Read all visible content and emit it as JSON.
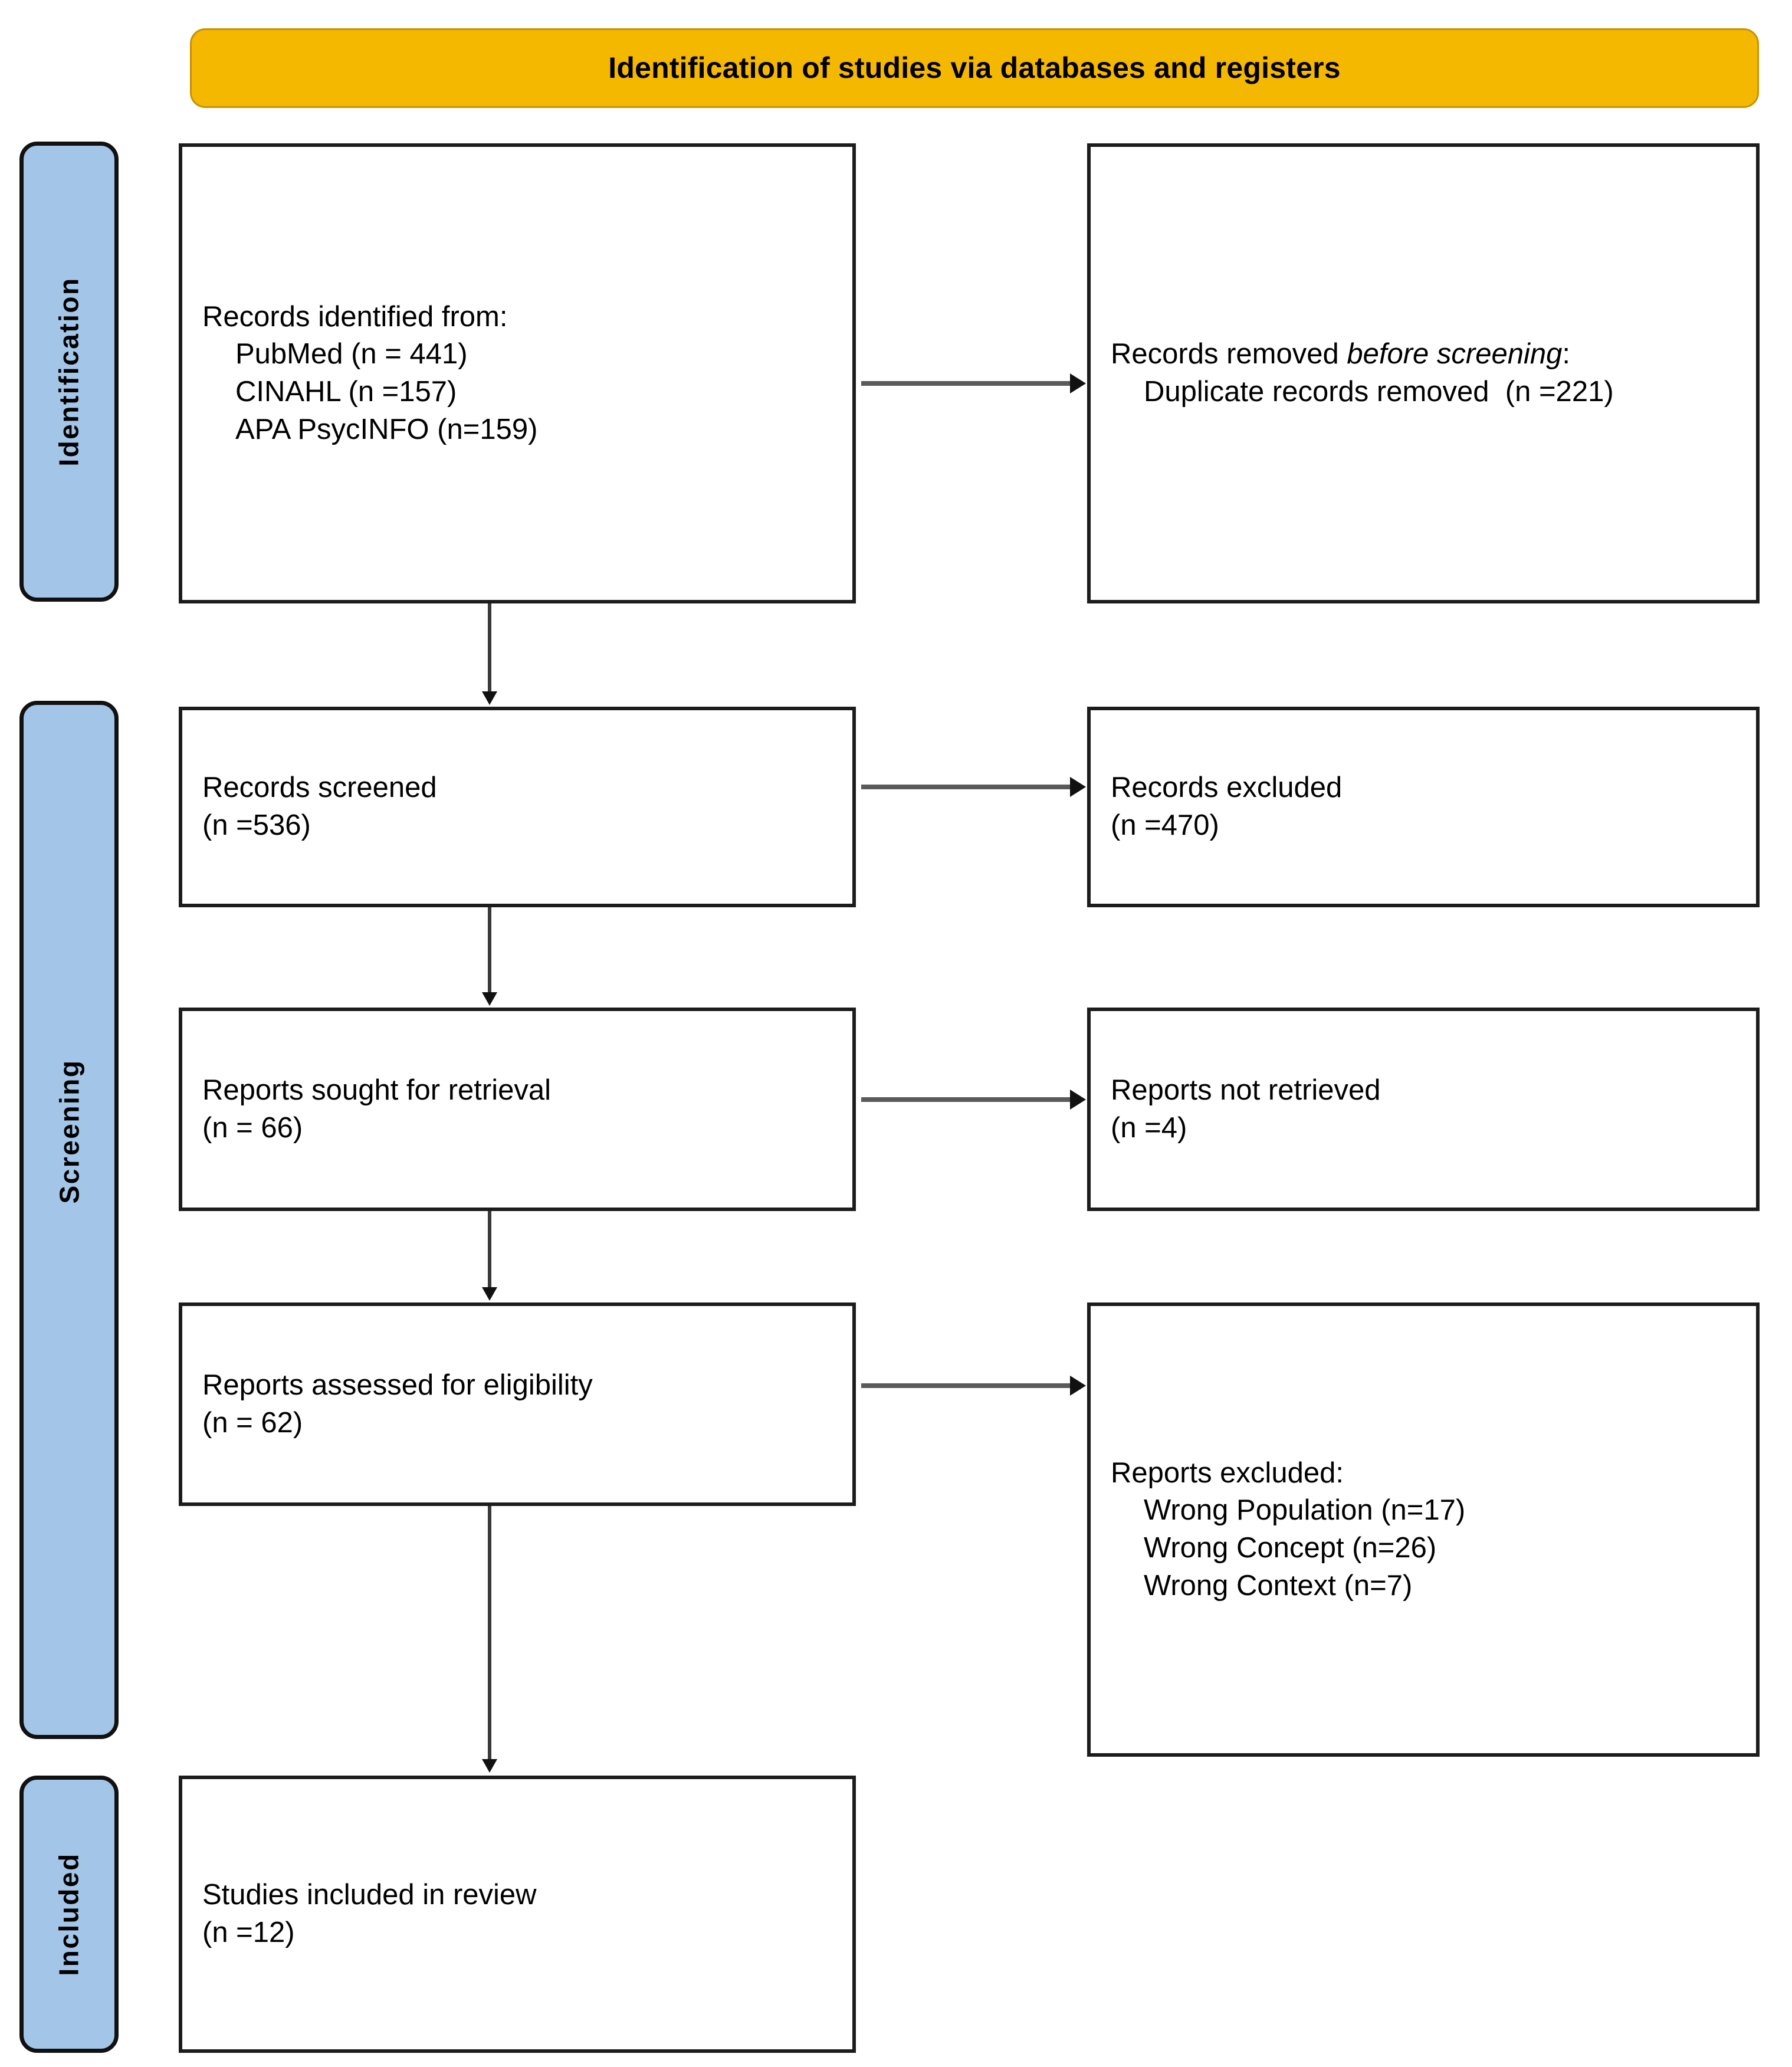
{
  "banner": {
    "title": "Identification of studies via databases and registers"
  },
  "phases": [
    {
      "key": "identification",
      "label": "Identification"
    },
    {
      "key": "screening",
      "label": "Screening"
    },
    {
      "key": "included",
      "label": "Included"
    }
  ],
  "boxes": {
    "identified": {
      "heading": "Records identified from:",
      "items": [
        "PubMed (n = 441)",
        "CINAHL (n =157)",
        "APA PsycINFO (n=159)"
      ]
    },
    "removed": {
      "heading_pre": "Records removed ",
      "heading_italic": "before screening",
      "heading_post": ":",
      "items": [
        "Duplicate records removed  (n =221)"
      ]
    },
    "screened": {
      "line1": "Records screened",
      "line2": "(n =536)"
    },
    "records_excluded": {
      "line1": "Records excluded",
      "line2": "(n =470)"
    },
    "sought": {
      "line1": "Reports sought for retrieval",
      "line2": "(n = 66)"
    },
    "not_retrieved": {
      "line1": "Reports not retrieved",
      "line2": "(n =4)"
    },
    "assessed": {
      "line1": "Reports assessed for eligibility",
      "line2": "(n = 62)"
    },
    "reports_excluded": {
      "heading": "Reports excluded:",
      "items": [
        "Wrong Population (n=17)",
        "Wrong Concept (n=26)",
        "Wrong Context (n=7)"
      ]
    },
    "included": {
      "line1": "Studies included in review",
      "line2": "(n =12)"
    }
  },
  "colors": {
    "banner_fill": "#F5B800",
    "banner_border": "#C79100",
    "phase_fill": "#A3C6E8",
    "phase_border": "#111111",
    "box_border": "#1c1c1c",
    "arrow": "#3a3a3a",
    "text": "#000000"
  }
}
